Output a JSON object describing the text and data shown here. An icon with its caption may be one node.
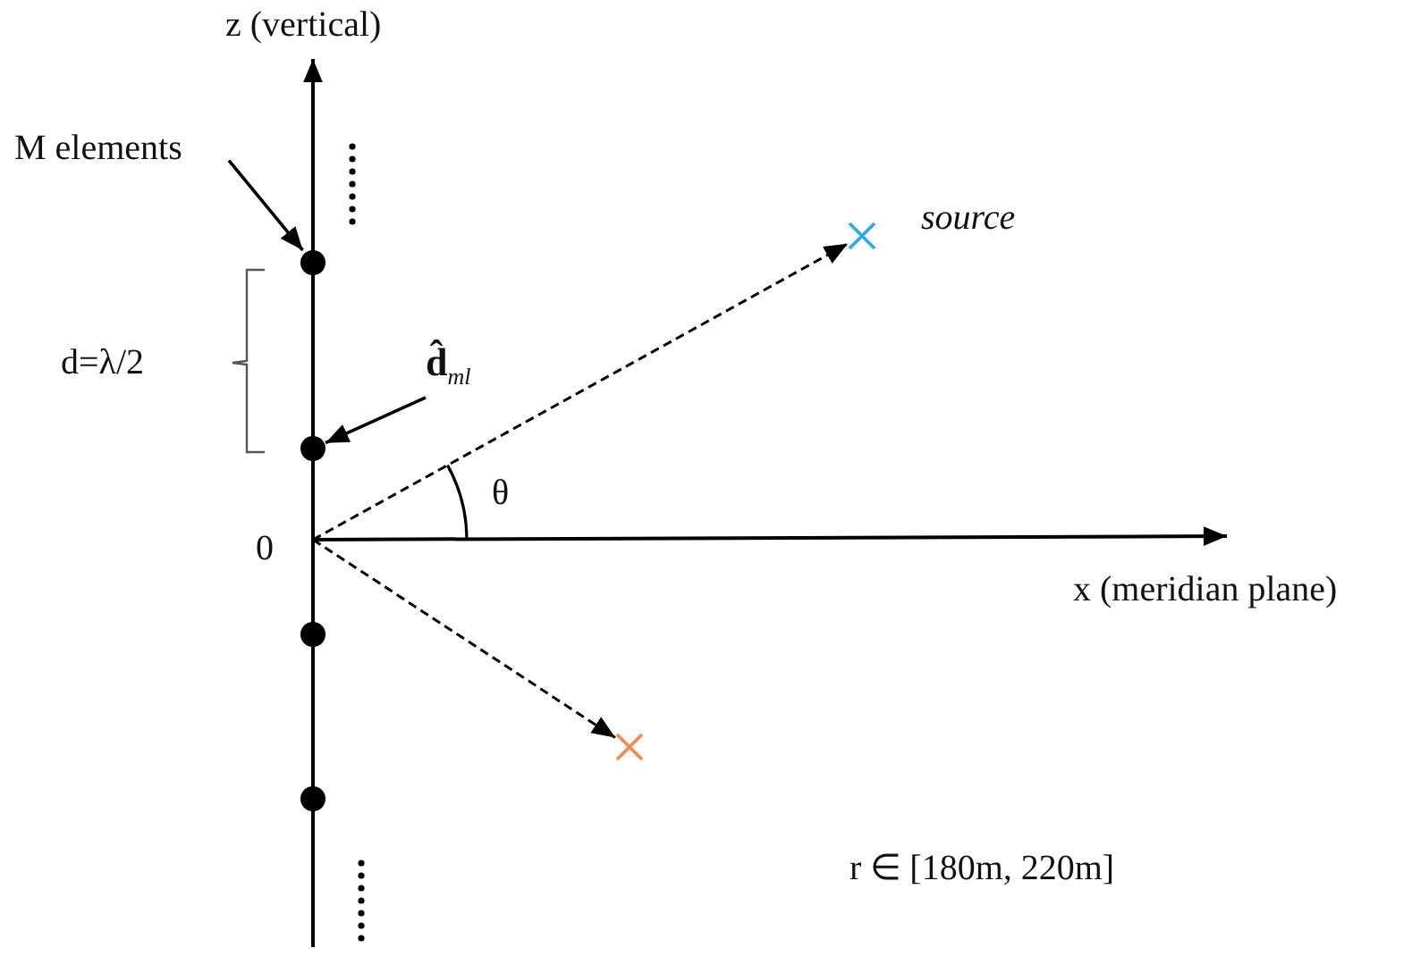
{
  "diagram": {
    "nodes": [
      {
        "text": [
          "M elements"
        ]
      },
      {
        "text": [],
        "shape": "circle"
      },
      {
        "text": [
          "**d̂**$_{ml}$"
        ]
      },
      {
        "text": [],
        "shape": "circle"
      },
      {
        "text": [],
        "shape": "cross",
        "beside": [
          "source"
        ]
      },
      {
        "text": [],
        "shape": "circle"
      },
      {
        "text": [],
        "shape": "cross"
      },
      {
        "text": [],
        "shape": "circle"
      }
    ],
    "edges": [
      {
        "from": 0,
        "to": 1,
        "arrow": "to"
      },
      {
        "from": 2,
        "to": 3,
        "arrow": "to"
      },
      {
        "from": null,
        "to": 4,
        "arrow": "to",
        "style": "dashed"
      },
      {
        "from": null,
        "to": 6,
        "arrow": "to",
        "style": "dashed"
      }
    ],
    "labels": [
      "z (vertical)",
      "d=λ/2",
      "0",
      "θ",
      "x (meridian plane)",
      "r ∈ [180m, 220m]"
    ]
  }
}
